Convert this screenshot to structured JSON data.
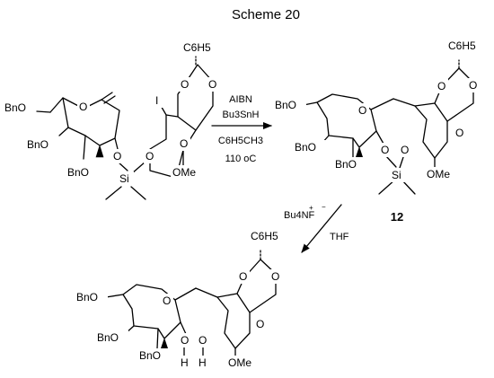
{
  "title": "Scheme 20",
  "compound_number": "12",
  "top_reaction": {
    "reagents": [
      "AIBN",
      "Bu3SnH"
    ],
    "solvent": "C6H5CH3",
    "temperature": "110 oC"
  },
  "bottom_reaction": {
    "reagent": "Bu4NF",
    "solvent": "THF",
    "charges": [
      "+",
      "−"
    ]
  },
  "atom_labels": {
    "o": "O",
    "si": "Si",
    "h": "H",
    "i": "I",
    "bno": "BnO",
    "ome": "OMe",
    "ph": "C6H5"
  },
  "structures": [
    {
      "name": "starting-material",
      "groups": [
        "BnO",
        "BnO",
        "BnO",
        "Si",
        "I",
        "OMe",
        "C6H5"
      ]
    },
    {
      "name": "compound-12",
      "groups": [
        "BnO",
        "BnO",
        "BnO",
        "Si",
        "OMe",
        "C6H5"
      ]
    },
    {
      "name": "diol-product",
      "groups": [
        "BnO",
        "BnO",
        "BnO",
        "OH",
        "OH",
        "OMe",
        "C6H5"
      ]
    }
  ]
}
